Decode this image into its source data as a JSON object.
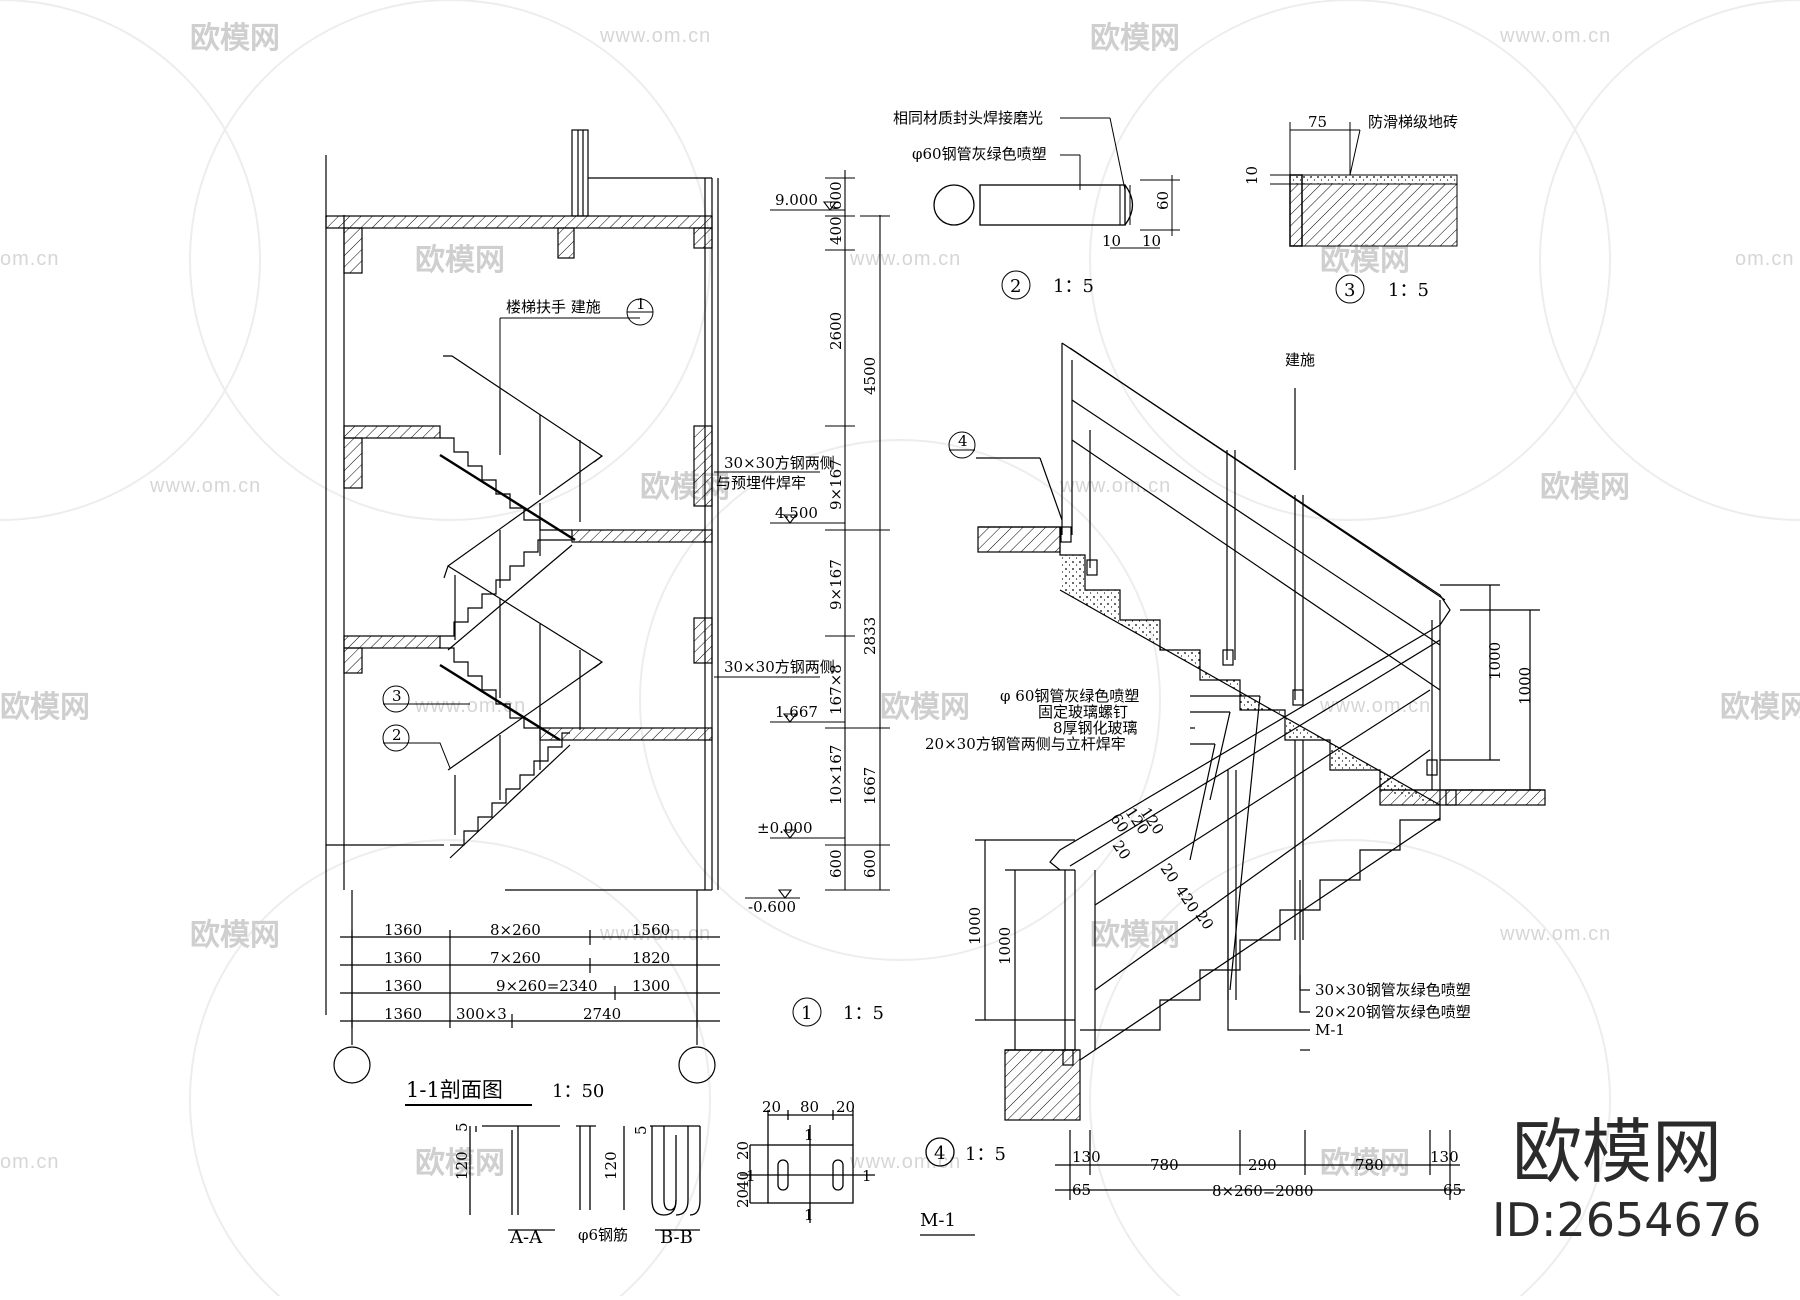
{
  "watermark": {
    "logo": "欧模网",
    "url": "www.om.cn",
    "url_short": "om.cn"
  },
  "brand": {
    "logo": "欧模网",
    "id": "ID:2654676"
  },
  "section": {
    "title": "1-1剖面图",
    "scale": "1：50",
    "elevations": [
      "9.000",
      "4.500",
      "1.667",
      "±0.000",
      "-0.600"
    ],
    "right_dims": [
      "600",
      "400",
      "2600",
      "4500",
      "9×167",
      "9×167",
      "2833",
      "167×8",
      "10×167",
      "1667",
      "600",
      "600"
    ],
    "bottom_dims": [
      [
        "1360",
        "8×260",
        "1560"
      ],
      [
        "1360",
        "7×260",
        "1820"
      ],
      [
        "1360",
        "9×260=2340",
        "1300"
      ],
      [
        "1360",
        "300×3",
        "2740"
      ]
    ],
    "note_handrail": "楼梯扶手 建施",
    "note_steel1": "30×30方钢两侧",
    "note_steel1b": "与预埋件焊牢",
    "note_steel2": "30×30方钢两侧",
    "callouts": [
      "1",
      "3",
      "2"
    ]
  },
  "detail1": {
    "num": "1",
    "scale": "1：5"
  },
  "detail2": {
    "num": "2",
    "scale": "1：5",
    "note1": "相同材质封头焊接磨光",
    "note2": "φ60钢管灰绿色喷塑",
    "dims": [
      "60",
      "10",
      "10"
    ]
  },
  "detail3": {
    "num": "3",
    "scale": "1：5",
    "note": "防滑梯级地砖",
    "dims": [
      "75",
      "10"
    ]
  },
  "detail4": {
    "num": "4",
    "scale": "1：5"
  },
  "rail": {
    "jianshi": "建施",
    "callout": "4",
    "notes": [
      "φ 60钢管灰绿色喷塑",
      "固定玻璃螺钉",
      "8厚钢化玻璃",
      "20×30方钢管两侧与立杆焊牢"
    ],
    "notes_right": [
      "30×30钢管灰绿色喷塑",
      "20×20钢管灰绿色喷塑",
      "M-1"
    ],
    "dims_height": [
      "1000",
      "1000",
      "1000",
      "1000"
    ],
    "dims_diag": [
      "60",
      "120",
      "120",
      "20",
      "20",
      "420",
      "20"
    ],
    "bottom_dims": [
      "130",
      "780",
      "290",
      "780",
      "130",
      "65",
      "8×260=2080",
      "65"
    ]
  },
  "parts": {
    "aa": "A-A",
    "bb": "B-B",
    "rebar": "φ6钢筋",
    "m1": "M-1",
    "dims_aa": [
      "5",
      "120"
    ],
    "dims_bb": [
      "120",
      "5"
    ],
    "dims_plate_top": [
      "20",
      "80",
      "20"
    ],
    "dims_plate_side": [
      "20",
      "40",
      "20"
    ],
    "marks": [
      "1",
      "1",
      "1",
      "1"
    ]
  }
}
